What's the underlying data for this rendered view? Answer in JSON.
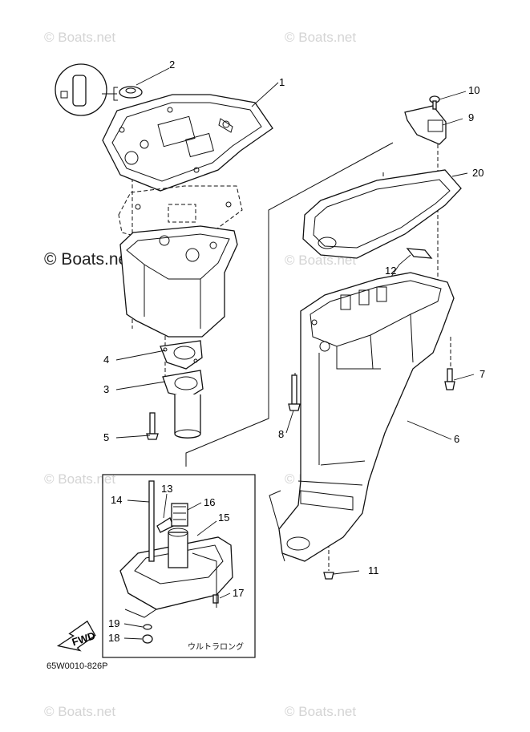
{
  "watermark": {
    "text": "© Boats.net",
    "main_text": "© Boats.net"
  },
  "diagram_code": "65W0010-826P",
  "inset_note": "ウルトラロング",
  "fwd_label": "FWD",
  "callouts": [
    {
      "id": "1",
      "label": "1"
    },
    {
      "id": "2",
      "label": "2"
    },
    {
      "id": "3",
      "label": "3"
    },
    {
      "id": "4",
      "label": "4"
    },
    {
      "id": "5",
      "label": "5"
    },
    {
      "id": "6",
      "label": "6"
    },
    {
      "id": "7",
      "label": "7"
    },
    {
      "id": "8",
      "label": "8"
    },
    {
      "id": "9",
      "label": "9"
    },
    {
      "id": "10",
      "label": "10"
    },
    {
      "id": "11",
      "label": "11"
    },
    {
      "id": "12",
      "label": "12"
    },
    {
      "id": "13",
      "label": "13"
    },
    {
      "id": "14",
      "label": "14"
    },
    {
      "id": "15",
      "label": "15"
    },
    {
      "id": "16",
      "label": "16"
    },
    {
      "id": "17",
      "label": "17"
    },
    {
      "id": "18",
      "label": "18"
    },
    {
      "id": "19",
      "label": "19"
    },
    {
      "id": "20",
      "label": "20"
    }
  ]
}
